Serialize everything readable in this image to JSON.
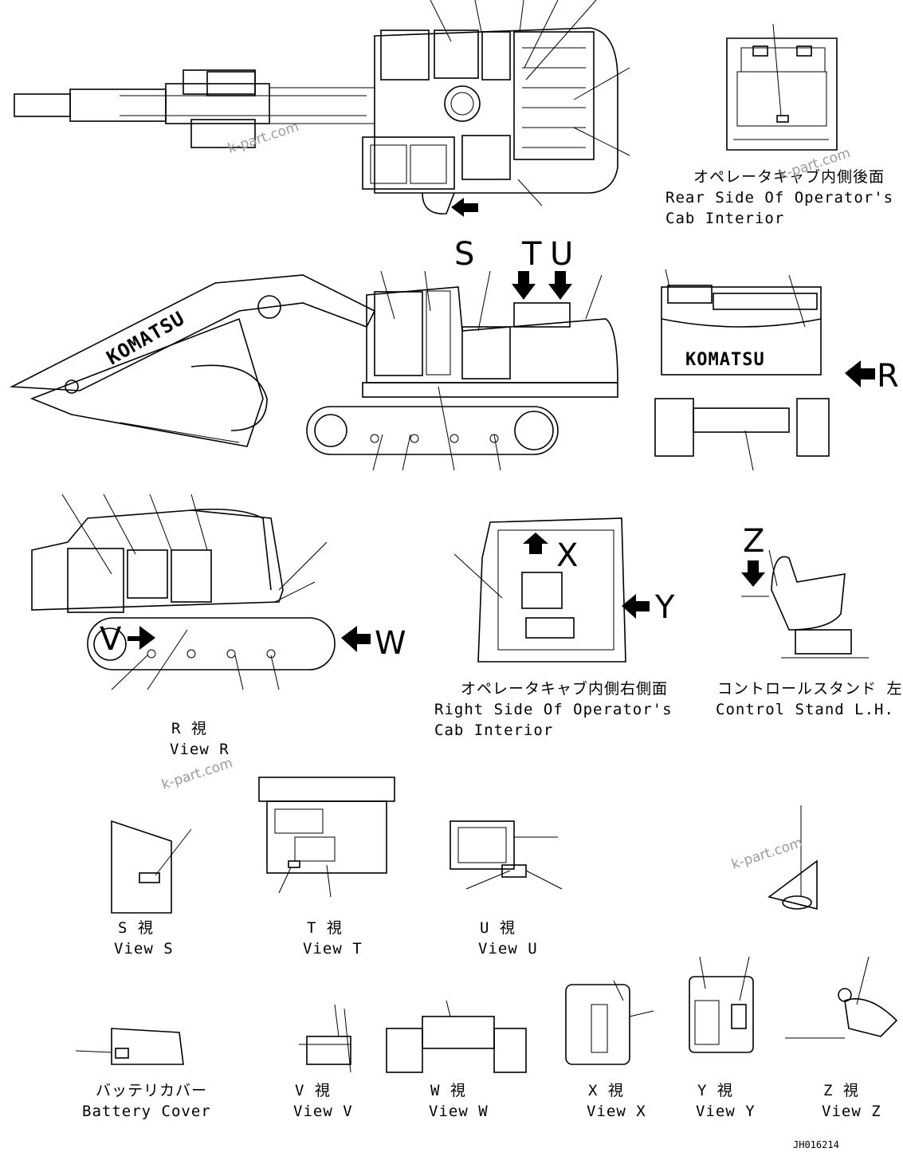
{
  "view_letters": {
    "s": "S",
    "t": "T",
    "u": "U",
    "x": "X",
    "y": "Y",
    "z": "Z",
    "v": "V",
    "w": "W",
    "r": "R"
  },
  "rear_cab": {
    "jp": "オペレータキャブ内側後面",
    "en1": "Rear Side Of Operator's",
    "en2": "Cab Interior"
  },
  "right_cab": {
    "jp": "オペレータキャブ内側右側面",
    "en1": "Right Side Of Operator's",
    "en2": "Cab Interior"
  },
  "control_stand": {
    "jp": "コントロールスタンド 左",
    "en": "Control Stand L.H."
  },
  "view_r": {
    "jp": "R 視",
    "en": "View R"
  },
  "view_s": {
    "jp": "S 視",
    "en": "View S"
  },
  "view_t": {
    "jp": "T 視",
    "en": "View T"
  },
  "view_u": {
    "jp": "U 視",
    "en": "View U"
  },
  "battery_cover": {
    "jp": "バッテリカバー",
    "en": "Battery Cover"
  },
  "view_v": {
    "jp": "V 視",
    "en": "View V"
  },
  "view_w": {
    "jp": "W 視",
    "en": "View W"
  },
  "view_x": {
    "jp": "X 視",
    "en": "View X"
  },
  "view_y": {
    "jp": "Y 視",
    "en": "View Y"
  },
  "view_z": {
    "jp": "Z 視",
    "en": "View Z"
  },
  "brand": "KOMATSU",
  "watermark": "k-part.com",
  "drawing_code": "JH016214",
  "colors": {
    "line": "#000000",
    "watermark": "#9a9a9a",
    "background": "#ffffff"
  }
}
